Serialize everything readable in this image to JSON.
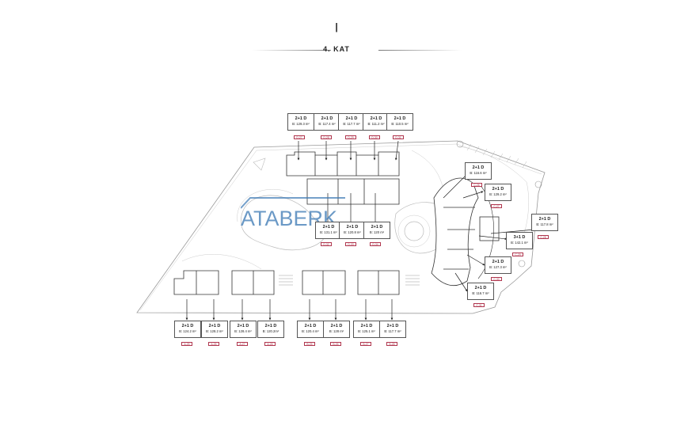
{
  "header": {
    "mark": "|",
    "floor_title": "4. KAT"
  },
  "logo": {
    "text": "ATABERK"
  },
  "colors": {
    "outline": "#555555",
    "accent": "#3a78b3",
    "code_border": "#b0364e"
  },
  "units": [
    {
      "type": "2+1 D",
      "area": "B: 129.3 m²",
      "code": "D-27"
    },
    {
      "type": "2+1 D",
      "area": "B: 117.4 m²",
      "code": "D-28"
    },
    {
      "type": "2+1 D",
      "area": "B: 117.7 m²",
      "code": "D-29"
    },
    {
      "type": "2+1 D",
      "area": "B: 111.2 m²",
      "code": "D-30"
    },
    {
      "type": "2+1 D",
      "area": "B: 110.5 m²",
      "code": "D-31"
    },
    {
      "type": "2+1 D",
      "area": "B: 116.6 m²",
      "code": "C-26"
    },
    {
      "type": "2+1 D",
      "area": "B: 129.2 m²",
      "code": "C-27"
    },
    {
      "type": "2+1 D",
      "area": "B: 117.8 m²",
      "code": "C-28"
    },
    {
      "type": "3+1 D",
      "area": "B: 142.1 m²",
      "code": "C-29"
    },
    {
      "type": "2+1 D",
      "area": "B: 127.3 m²",
      "code": "C-30"
    },
    {
      "type": "2+1 D",
      "area": "B: 116.7 m²",
      "code": "C-31"
    },
    {
      "type": "2+1 D",
      "area": "B: 131.1 m²",
      "code": "D-32"
    },
    {
      "type": "2+1 D",
      "area": "B: 120.8 m²",
      "code": "D-33"
    },
    {
      "type": "2+1 D",
      "area": "B: 120 m²",
      "code": "D-34"
    },
    {
      "type": "2+1 D",
      "area": "B: 124.2 m²",
      "code": "A-25"
    },
    {
      "type": "2+1 D",
      "area": "B: 128.2 m²",
      "code": "A-26"
    },
    {
      "type": "2+1 D",
      "area": "B: 128.4 m²",
      "code": "A-27"
    },
    {
      "type": "2+1 D",
      "area": "B: 120.2m²",
      "code": "A-28"
    },
    {
      "type": "2+1 D",
      "area": "B: 120.4 m²",
      "code": "B-25"
    },
    {
      "type": "2+1 D",
      "area": "B: 128 m²",
      "code": "B-26"
    },
    {
      "type": "2+1 D",
      "area": "B: 125.1 m²",
      "code": "B-27"
    },
    {
      "type": "2+1 D",
      "area": "B: 117.7 m²",
      "code": "B-28"
    }
  ]
}
